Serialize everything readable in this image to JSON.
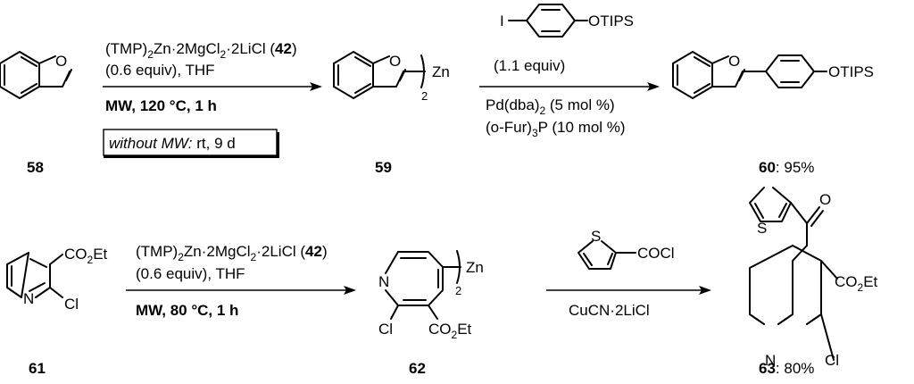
{
  "scheme": {
    "row1": {
      "cpd58": {
        "number": "58",
        "atom_O": "O"
      },
      "arrow1": {
        "reagent_text": "(TMP)",
        "reagent_sub": "2",
        "reagent_mid": "Zn·2MgCl",
        "reagent_sub2": "2",
        "reagent_tail": "·2LiCl (",
        "reagent_ref": "42",
        "reagent_close": ")",
        "equiv": "(0.6 equiv), THF",
        "condition": "MW, 120 °C, 1 h",
        "box_italic": "without MW:",
        "box_rest": " rt, 9 d"
      },
      "cpd59": {
        "number": "59",
        "atom_O": "O",
        "metal": "Zn",
        "subscript": "2"
      },
      "arrow2": {
        "reagent_atom_I": "I",
        "reagent_group": "OTIPS",
        "equiv": "(1.1 equiv)",
        "catalyst": "Pd(dba)",
        "catalyst_sub": "2",
        "catalyst_load": " (5 mol %)",
        "ligand": "(o-Fur)",
        "ligand_sub": "3",
        "ligand_load": "P (10 mol %)"
      },
      "cpd60": {
        "number": "60",
        "yield": ": 95%",
        "atom_O": "O",
        "group": "OTIPS"
      }
    },
    "row2": {
      "cpd61": {
        "number": "61",
        "atom_N": "N",
        "sub_Cl": "Cl",
        "ester": "CO",
        "ester_sub": "2",
        "ester_tail": "Et"
      },
      "arrow3": {
        "reagent_text": "(TMP)",
        "reagent_sub": "2",
        "reagent_mid": "Zn·2MgCl",
        "reagent_sub2": "2",
        "reagent_tail": "·2LiCl (",
        "reagent_ref": "42",
        "reagent_close": ")",
        "equiv": "(0.6 equiv), THF",
        "condition": "MW, 80 °C, 1 h"
      },
      "cpd62": {
        "number": "62",
        "atom_N": "N",
        "sub_Cl": "Cl",
        "metal": "Zn",
        "subscript": "2",
        "ester": "CO",
        "ester_sub": "2",
        "ester_tail": "Et"
      },
      "arrow4": {
        "reagent_atom_S": "S",
        "reagent_group": "COCl",
        "additive": "CuCN·2LiCl"
      },
      "cpd63": {
        "number": "63",
        "yield": ": 80%",
        "atom_S": "S",
        "atom_O": "O",
        "atom_N": "N",
        "sub_Cl": "Cl",
        "ester": "CO",
        "ester_sub": "2",
        "ester_tail": "Et"
      }
    }
  }
}
